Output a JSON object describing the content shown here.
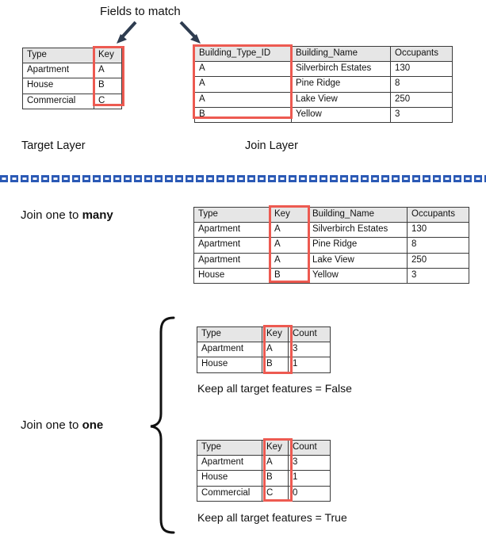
{
  "annotations": {
    "fields_to_match": "Fields to match",
    "target_layer": "Target Layer",
    "join_layer": "Join Layer",
    "join_one_to_many_prefix": "Join one to ",
    "join_one_to_many_bold": "many",
    "join_one_to_one_prefix": "Join one to ",
    "join_one_to_one_bold": "one",
    "keep_all_prefix": "Keep all target features = ",
    "keep_all_false": "False",
    "keep_all_true": "True"
  },
  "colors": {
    "highlight_red": "#ed5a51",
    "arrow_navy": "#2e3c50",
    "divider_blue": "#2b59b5",
    "table_border": "#3b3b3b",
    "header_fill": "#e6e6e6",
    "text": "#111111"
  },
  "tables": {
    "target_layer": {
      "columns": [
        "Type",
        "Key"
      ],
      "rows": [
        [
          "Apartment",
          "A"
        ],
        [
          "House",
          "B"
        ],
        [
          "Commercial",
          "C"
        ]
      ],
      "highlight_column": "Key"
    },
    "join_layer": {
      "columns": [
        "Building_Type_ID",
        "Building_Name",
        "Occupants"
      ],
      "rows": [
        [
          "A",
          "Silverbirch Estates",
          "130"
        ],
        [
          "A",
          "Pine Ridge",
          "8"
        ],
        [
          "A",
          "Lake View",
          "250"
        ],
        [
          "B",
          "Yellow",
          "3"
        ]
      ],
      "highlight_column": "Building_Type_ID"
    },
    "one_to_many_result": {
      "columns": [
        "Type",
        "Key",
        "Building_Name",
        "Occupants"
      ],
      "rows": [
        [
          "Apartment",
          "A",
          "Silverbirch Estates",
          "130"
        ],
        [
          "Apartment",
          "A",
          "Pine Ridge",
          "8"
        ],
        [
          "Apartment",
          "A",
          "Lake View",
          "250"
        ],
        [
          "House",
          "B",
          "Yellow",
          "3"
        ]
      ],
      "highlight_column": "Key"
    },
    "one_to_one_false": {
      "columns": [
        "Type",
        "Key",
        "Count"
      ],
      "rows": [
        [
          "Apartment",
          "A",
          "3"
        ],
        [
          "House",
          "B",
          "1"
        ]
      ],
      "highlight_column": "Key"
    },
    "one_to_one_true": {
      "columns": [
        "Type",
        "Key",
        "Count"
      ],
      "rows": [
        [
          "Apartment",
          "A",
          "3"
        ],
        [
          "House",
          "B",
          "1"
        ],
        [
          "Commercial",
          "C",
          "0"
        ]
      ],
      "highlight_column": "Key"
    }
  }
}
